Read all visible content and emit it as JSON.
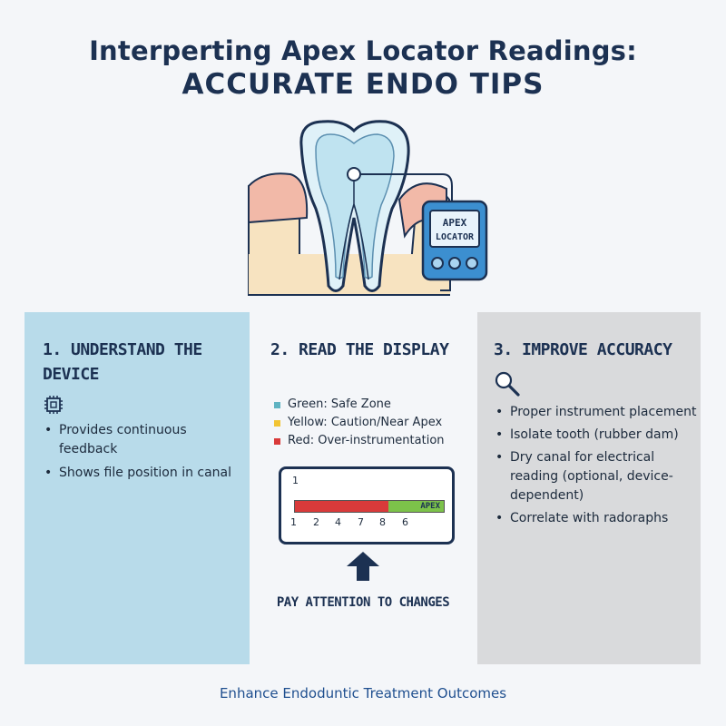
{
  "title": {
    "line1": "Interperting Apex Locator Readings:",
    "line2": "ACCURATE ENDO TIPS"
  },
  "illustration": {
    "device_label_1": "APEX",
    "device_label_2": "LOCATOR",
    "colors": {
      "gum": "#f2b9a8",
      "bone": "#f7e3c0",
      "tooth": "#dff1f8",
      "device": "#3c8fd0"
    }
  },
  "panels": {
    "understand": {
      "title": "1. UNDERSTAND THE DEVICE",
      "icon": "chip-icon",
      "bullets": [
        "Provides continuous feedback",
        "Shows file position in canal"
      ],
      "color": "#b8dbea"
    },
    "read": {
      "title": "2. READ THE DISPLAY",
      "legend": [
        {
          "label": "Green: Safe Zone",
          "color": "#5fb3c2"
        },
        {
          "label": "Yellow: Caution/Near Apex",
          "color": "#f2c433"
        },
        {
          "label": "Red: Over-instrumentation",
          "color": "#d93a3a"
        }
      ],
      "meter": {
        "top_number": "1",
        "apex_label": "APEX",
        "ticks": [
          "1",
          "2",
          "4",
          "7",
          "8",
          "6"
        ],
        "red_fraction": 0.63
      },
      "arrow_icon": "arrow-up-icon",
      "attention": "PAY ATTENTION TO CHANGES"
    },
    "improve": {
      "title": "3. IMPROVE ACCURACY",
      "icon": "magnifier-icon",
      "bullets": [
        "Proper instrument placement",
        "Isolate tooth (rubber dam)",
        "Dry canal for electrical reading (optional, device-dependent)",
        "Correlate with radoraphs"
      ],
      "color": "#d9dadc"
    }
  },
  "footer": "Enhance Endoduntic Treatment Outcomes"
}
